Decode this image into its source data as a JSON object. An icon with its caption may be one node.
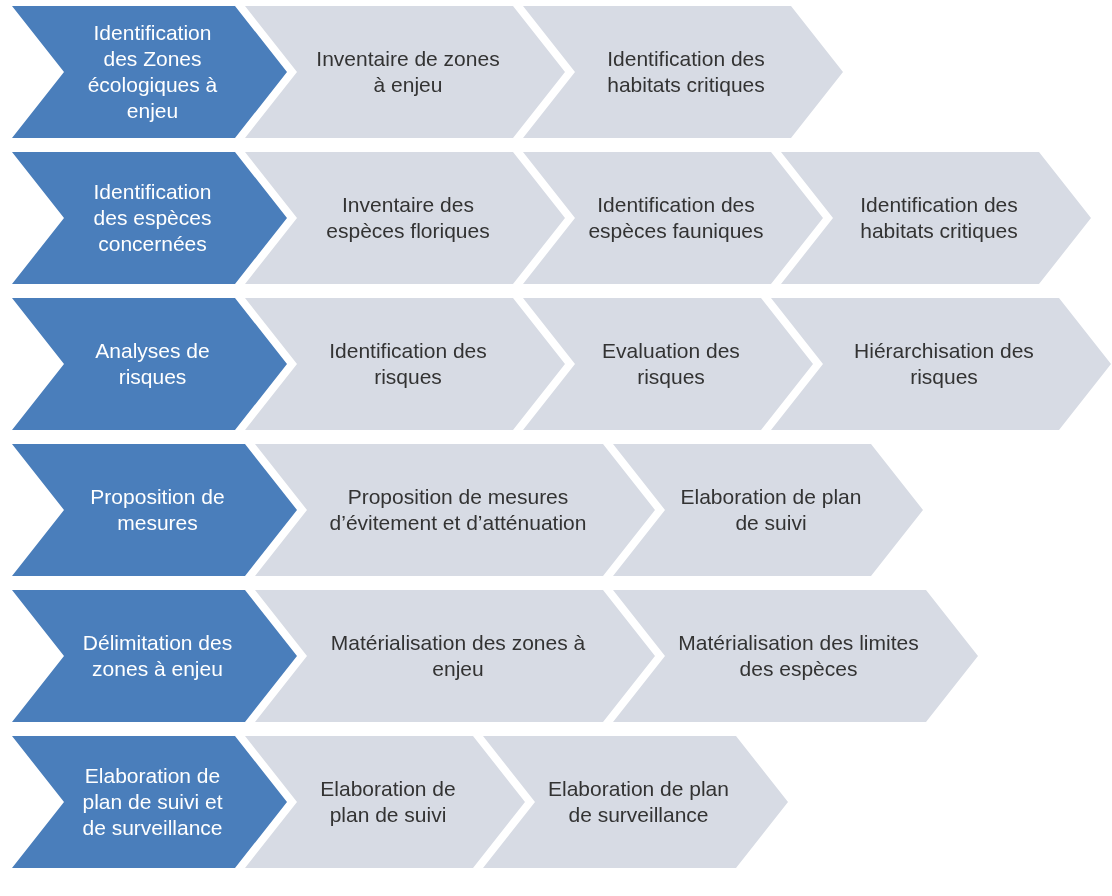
{
  "diagram": {
    "nodes": [
      {
        "text": [
          "Identification des Zones écologiques à enjeu"
        ]
      },
      {
        "text": [
          "Inventaire de zones à enjeu"
        ]
      },
      {
        "text": [
          "Identification des habitats critiques"
        ]
      },
      {
        "text": [
          "Identification des espèces concernées"
        ]
      },
      {
        "text": [
          "Inventaire des espèces floriques"
        ]
      },
      {
        "text": [
          "Identification des espèces fauniques"
        ]
      },
      {
        "text": [
          "Identification des habitats critiques"
        ]
      },
      {
        "text": [
          "Analyses de risques"
        ]
      },
      {
        "text": [
          "Identification des risques"
        ]
      },
      {
        "text": [
          "Evaluation des risques"
        ]
      },
      {
        "text": [
          "Hiérarchisation des risques"
        ]
      },
      {
        "text": [
          "Proposition de mesures"
        ]
      },
      {
        "text": [
          "Proposition de mesures d’évitement et d’atténuation"
        ]
      },
      {
        "text": [
          "Elaboration de plan de suivi"
        ]
      },
      {
        "text": [
          "Délimitation des zones à enjeu"
        ]
      },
      {
        "text": [
          "Matérialisation des zones à enjeu"
        ]
      },
      {
        "text": [
          "Matérialisation des limites  des espèces"
        ]
      },
      {
        "text": [
          "Elaboration de plan de suivi et de surveillance"
        ]
      },
      {
        "text": [
          "Elaboration de plan de suivi"
        ]
      },
      {
        "text": [
          "Elaboration de plan de surveillance"
        ]
      }
    ]
  }
}
